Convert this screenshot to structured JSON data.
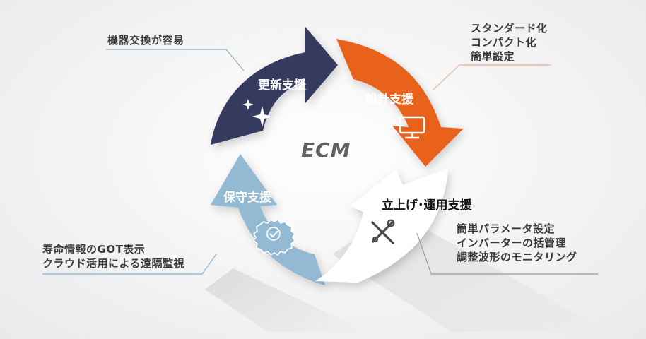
{
  "center": {
    "label": "ECM"
  },
  "segments": {
    "update": {
      "label": "更新支援",
      "color": "#363b5e",
      "icon": "sparkle-icon"
    },
    "design": {
      "label": "設計支援",
      "color": "#e8621f",
      "icon": "monitor-icon"
    },
    "startup": {
      "label": "立上げ･運用支援",
      "color": "#ffffff",
      "icon": "tools-icon"
    },
    "maintenance": {
      "label": "保守支援",
      "color": "#94b9d2",
      "icon": "badge-check-icon"
    }
  },
  "notes": {
    "update": [
      "機器交換が容易"
    ],
    "design": [
      "スタンダード化",
      "コンパクト化",
      "簡単設定"
    ],
    "startup": [
      "簡単パラメータ設定",
      "インバーターの括管理",
      "調整波形のモニタリング"
    ],
    "maintenance": [
      "寿命情報のGOT表示",
      "クラウド活用による遠隔監視"
    ]
  },
  "colors": {
    "leader_line": "#8ab2cf",
    "leader_line_design": "#e0b79a",
    "text": "#3a3a3a"
  }
}
